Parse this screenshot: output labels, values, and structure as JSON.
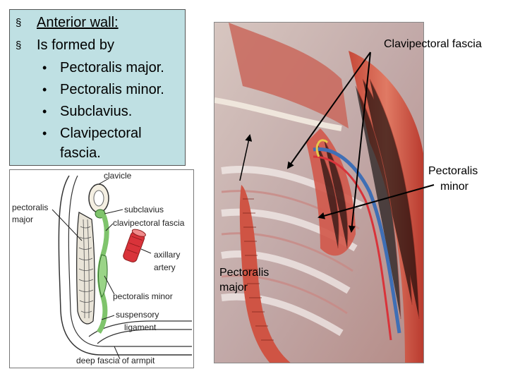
{
  "slide": {
    "heading": "Anterior wall:",
    "intro": "Is formed by",
    "bullets": [
      "Pectoralis major.",
      "Pectoralis minor.",
      "Subclavius.",
      "Clavipectoral",
      "fascia."
    ]
  },
  "photo_labels": {
    "clavipectoral": "Clavipectoral fascia",
    "pec_minor_1": "Pectoralis",
    "pec_minor_2": "minor",
    "pec_major_1": "Pectoralis",
    "pec_major_2": "major"
  },
  "section_labels": {
    "clavicle": "clavicle",
    "pectoralis_major_1": "pectoralis",
    "pectoralis_major_2": "major",
    "subclavius": "subclavius",
    "clavipectoral_fascia": "clavipectoral fascia",
    "axillary_1": "axillary",
    "axillary_2": "artery",
    "pectoralis_minor": "pectoralis minor",
    "suspensory_1": "suspensory",
    "suspensory_2": "ligament",
    "deep_fascia": "deep fascia of armpit"
  },
  "colors": {
    "textbox": "#bfe0e3",
    "muscle": "#c9473c",
    "artery": "#d9333a",
    "vein": "#3f6fb5",
    "fascia_green": "#7fc46c"
  }
}
